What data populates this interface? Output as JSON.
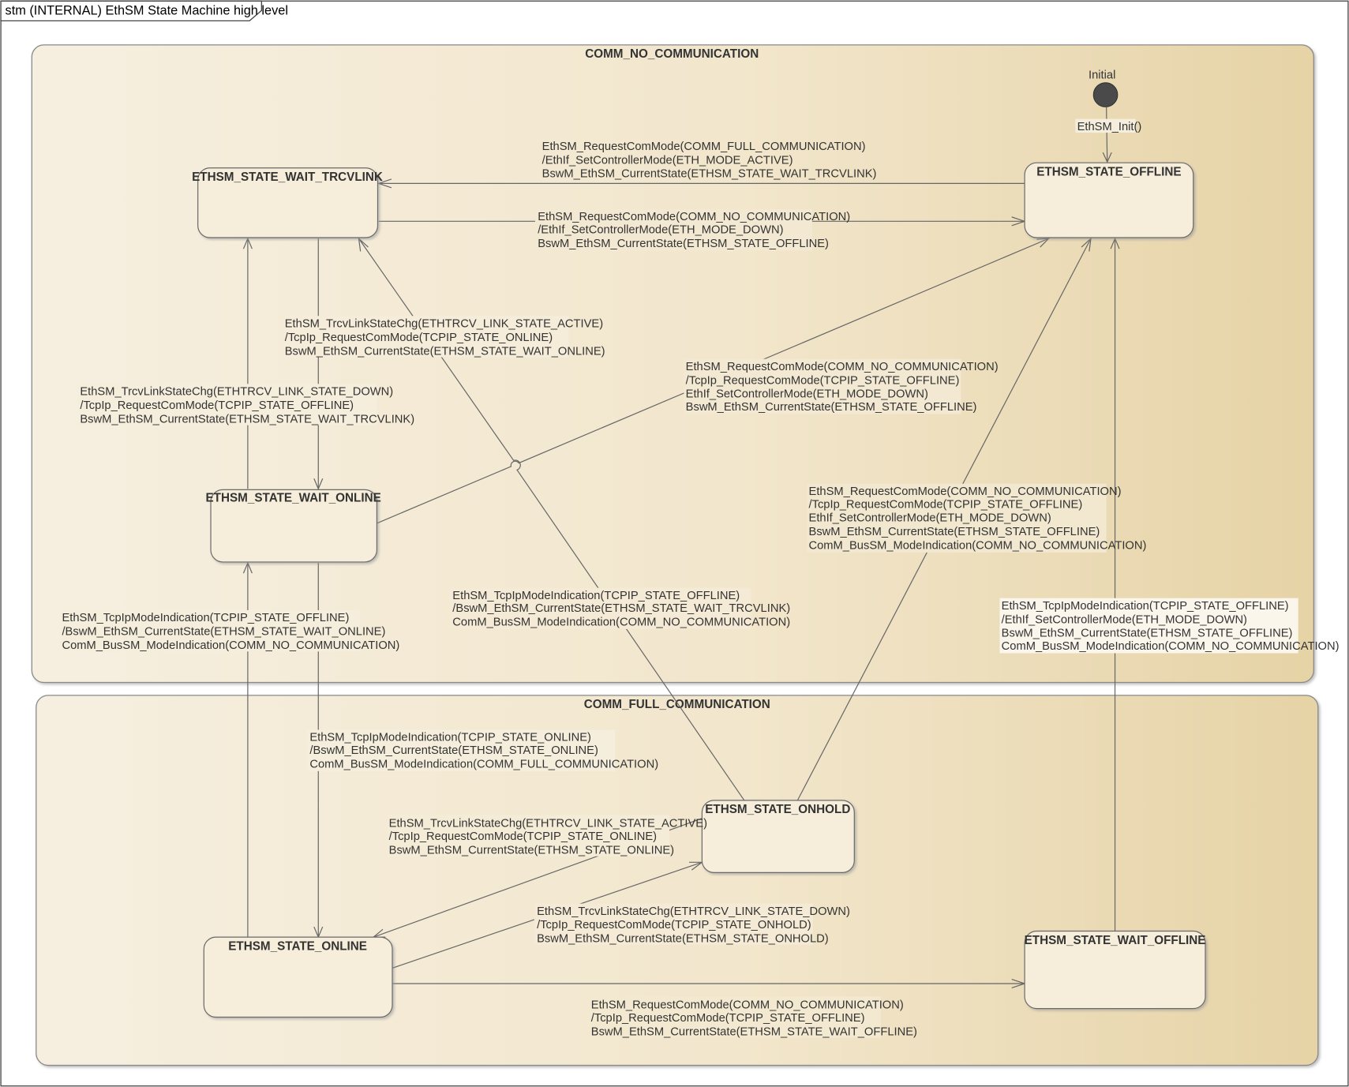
{
  "diagram": {
    "frame_label": "stm (INTERNAL) EthSM State Machine high level",
    "regions": {
      "no_comm": "COMM_NO_COMMUNICATION",
      "full_comm": "COMM_FULL_COMMUNICATION"
    },
    "initial_label": "Initial",
    "states": {
      "offline": "ETHSM_STATE_OFFLINE",
      "wait_trcvlink": "ETHSM_STATE_WAIT_TRCVLINK",
      "wait_online": "ETHSM_STATE_WAIT_ONLINE",
      "onhold": "ETHSM_STATE_ONHOLD",
      "online": "ETHSM_STATE_ONLINE",
      "wait_offline": "ETHSM_STATE_WAIT_OFFLINE"
    },
    "transitions": {
      "init": [
        "EthSM_Init()"
      ],
      "offline_to_wait_trcvlink": [
        "EthSM_RequestComMode(COMM_FULL_COMMUNICATION)",
        "/EthIf_SetControllerMode(ETH_MODE_ACTIVE)",
        "BswM_EthSM_CurrentState(ETHSM_STATE_WAIT_TRCVLINK)"
      ],
      "wait_trcvlink_to_offline": [
        "EthSM_RequestComMode(COMM_NO_COMMUNICATION)",
        "/EthIf_SetControllerMode(ETH_MODE_DOWN)",
        "BswM_EthSM_CurrentState(ETHSM_STATE_OFFLINE)"
      ],
      "wait_trcvlink_to_wait_online": [
        "EthSM_TrcvLinkStateChg(ETHTRCV_LINK_STATE_ACTIVE)",
        "/TcpIp_RequestComMode(TCPIP_STATE_ONLINE)",
        "BswM_EthSM_CurrentState(ETHSM_STATE_WAIT_ONLINE)"
      ],
      "wait_online_to_wait_trcvlink": [
        "EthSM_TrcvLinkStateChg(ETHTRCV_LINK_STATE_DOWN)",
        "/TcpIp_RequestComMode(TCPIP_STATE_OFFLINE)",
        "BswM_EthSM_CurrentState(ETHSM_STATE_WAIT_TRCVLINK)"
      ],
      "wait_online_to_offline": [
        "EthSM_RequestComMode(COMM_NO_COMMUNICATION)",
        "/TcpIp_RequestComMode(TCPIP_STATE_OFFLINE)",
        "EthIf_SetControllerMode(ETH_MODE_DOWN)",
        "BswM_EthSM_CurrentState(ETHSM_STATE_OFFLINE)"
      ],
      "onhold_to_offline": [
        "EthSM_RequestComMode(COMM_NO_COMMUNICATION)",
        "/TcpIp_RequestComMode(TCPIP_STATE_OFFLINE)",
        "EthIf_SetControllerMode(ETH_MODE_DOWN)",
        "BswM_EthSM_CurrentState(ETHSM_STATE_OFFLINE)",
        "ComM_BusSM_ModeIndication(COMM_NO_COMMUNICATION)"
      ],
      "onhold_to_wait_trcvlink": [
        "EthSM_TcpIpModeIndication(TCPIP_STATE_OFFLINE)",
        "/BswM_EthSM_CurrentState(ETHSM_STATE_WAIT_TRCVLINK)",
        "ComM_BusSM_ModeIndication(COMM_NO_COMMUNICATION)"
      ],
      "wait_offline_to_offline": [
        "EthSM_TcpIpModeIndication(TCPIP_STATE_OFFLINE)",
        "/EthIf_SetControllerMode(ETH_MODE_DOWN)",
        "BswM_EthSM_CurrentState(ETHSM_STATE_OFFLINE)",
        "ComM_BusSM_ModeIndication(COMM_NO_COMMUNICATION)"
      ],
      "online_to_wait_online": [
        "EthSM_TcpIpModeIndication(TCPIP_STATE_OFFLINE)",
        "/BswM_EthSM_CurrentState(ETHSM_STATE_WAIT_ONLINE)",
        "ComM_BusSM_ModeIndication(COMM_NO_COMMUNICATION)"
      ],
      "wait_online_to_online": [
        "EthSM_TcpIpModeIndication(TCPIP_STATE_ONLINE)",
        "/BswM_EthSM_CurrentState(ETHSM_STATE_ONLINE)",
        "ComM_BusSM_ModeIndication(COMM_FULL_COMMUNICATION)"
      ],
      "onhold_to_online": [
        "EthSM_TrcvLinkStateChg(ETHTRCV_LINK_STATE_ACTIVE)",
        "/TcpIp_RequestComMode(TCPIP_STATE_ONLINE)",
        "BswM_EthSM_CurrentState(ETHSM_STATE_ONLINE)"
      ],
      "online_to_onhold": [
        "EthSM_TrcvLinkStateChg(ETHTRCV_LINK_STATE_DOWN)",
        "/TcpIp_RequestComMode(TCPIP_STATE_ONHOLD)",
        "BswM_EthSM_CurrentState(ETHSM_STATE_ONHOLD)"
      ],
      "online_to_wait_offline": [
        "EthSM_RequestComMode(COMM_NO_COMMUNICATION)",
        "/TcpIp_RequestComMode(TCPIP_STATE_OFFLINE)",
        "BswM_EthSM_CurrentState(ETHSM_STATE_WAIT_OFFLINE)"
      ]
    }
  }
}
